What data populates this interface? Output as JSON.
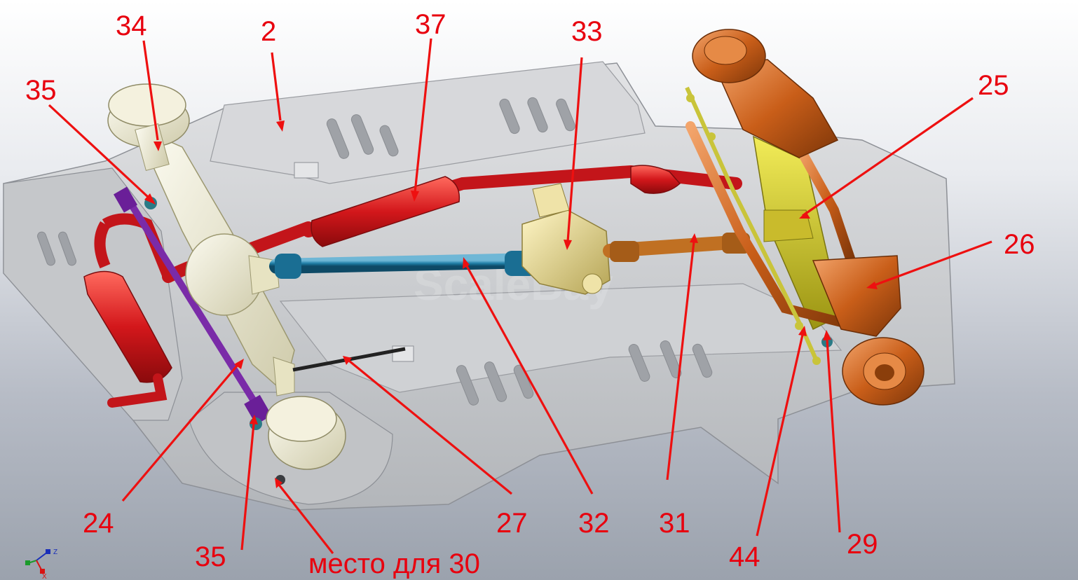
{
  "watermark": "ScaleBay",
  "callouts": [
    {
      "id": "34",
      "text": "34"
    },
    {
      "id": "2",
      "text": "2"
    },
    {
      "id": "37",
      "text": "37"
    },
    {
      "id": "33",
      "text": "33"
    },
    {
      "id": "35a",
      "text": "35"
    },
    {
      "id": "25",
      "text": "25"
    },
    {
      "id": "26",
      "text": "26"
    },
    {
      "id": "24",
      "text": "24"
    },
    {
      "id": "35b",
      "text": "35"
    },
    {
      "id": "30",
      "text": "место для 30"
    },
    {
      "id": "27",
      "text": "27"
    },
    {
      "id": "32",
      "text": "32"
    },
    {
      "id": "31",
      "text": "31"
    },
    {
      "id": "44",
      "text": "44"
    },
    {
      "id": "29",
      "text": "29"
    }
  ],
  "axis_triad": {
    "z": "Z",
    "x": "X"
  },
  "colors": {
    "callout": "#e8000e",
    "chassis": "#c9cbce",
    "rear_axle": "#ece9cf",
    "front_axle": "#c9651f",
    "muffler": "#cc1418",
    "propshaft_rear": "#1f7ea6",
    "propshaft_front": "#c07022",
    "gearbox": "#e0d49a",
    "stabilizer_bar": "#7a2ba8",
    "steering_rod": "#c9c43a"
  }
}
